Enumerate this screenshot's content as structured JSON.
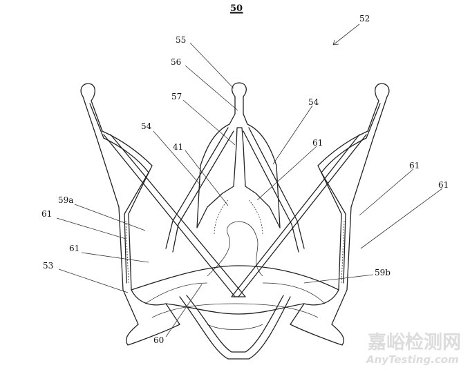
{
  "figure": {
    "title": "50",
    "labels": {
      "l52": "52",
      "l55": "55",
      "l56": "56",
      "l57": "57",
      "l54a": "54",
      "l54b": "54",
      "l41": "41",
      "l61a": "61",
      "l61b": "61",
      "l61c": "61",
      "l61d": "61",
      "l61e": "61",
      "l59a": "59a",
      "l59b": "59b",
      "l53": "53",
      "l60": "60"
    }
  },
  "watermark": {
    "line1": "嘉峪检测网",
    "line2": "AnyTesting.com"
  }
}
